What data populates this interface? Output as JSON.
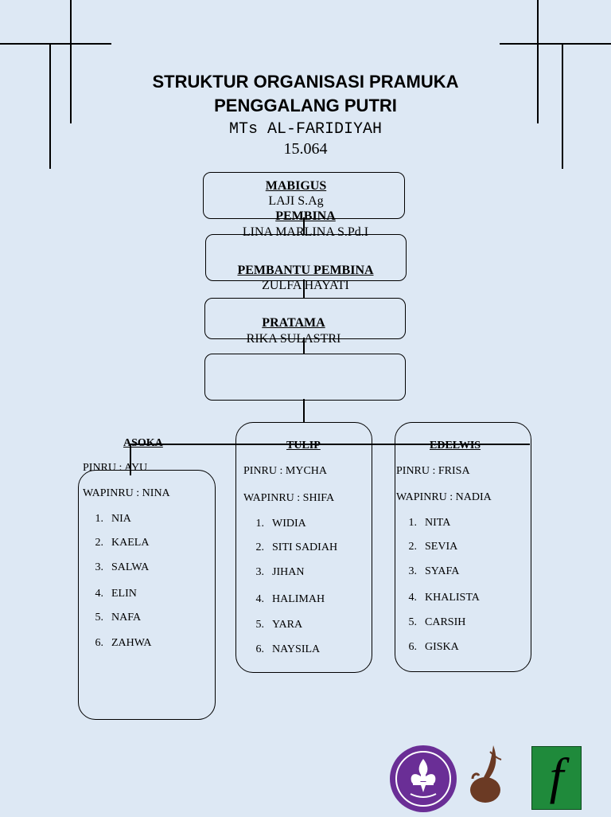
{
  "header": {
    "title_line1": "STRUKTUR ORGANISASI PRAMUKA",
    "title_line2": "PENGGALANG PUTRI",
    "school": "MTs AL-FARIDIYAH",
    "code": "15.064"
  },
  "leaders": [
    {
      "role": "MABIGUS",
      "name": "LAJI S.Ag"
    },
    {
      "role": "PEMBINA",
      "name": "LINA MARLINA S.Pd.I"
    },
    {
      "role": "PEMBANTU PEMBINA",
      "name": "ZULFA HAYATI"
    },
    {
      "role": "PRATAMA",
      "name": "RIKA SULASTRI"
    }
  ],
  "groups": [
    {
      "name": "ASOKA",
      "pinru": "PINRU : AYU",
      "wapinru": "WAPINRU : NINA",
      "members": [
        "NIA",
        "KAELA",
        "SALWA",
        "ELIN",
        "NAFA",
        "ZAHWA"
      ]
    },
    {
      "name": "TULIP",
      "pinru": "PINRU : MYCHA",
      "wapinru": "WAPINRU : SHIFA",
      "members": [
        "WIDIA",
        "SITI SADIAH",
        "JIHAN",
        "HALIMAH",
        "YARA",
        "NAYSILA"
      ]
    },
    {
      "name": "EDELWIS",
      "pinru": "PINRU : FRISA",
      "wapinru": "WAPINRU : NADIA",
      "members": [
        "NITA",
        "SEVIA",
        "SYAFA",
        "KHALISTA",
        "CARSIH",
        "GISKA"
      ]
    }
  ],
  "member_numbers": [
    "1.",
    "2.",
    "3.",
    "4.",
    "5.",
    "6."
  ],
  "logos": {
    "wosm": "wosm-emblem-icon",
    "tunas": "tunas-kelapa-icon",
    "f_logo": "f-letter-logo",
    "f_letter": "f"
  },
  "colors": {
    "background": "#dde8f4",
    "wosm_purple": "#6a2e96",
    "tunas_brown": "#6b3a24",
    "f_green": "#1f8a3b"
  }
}
